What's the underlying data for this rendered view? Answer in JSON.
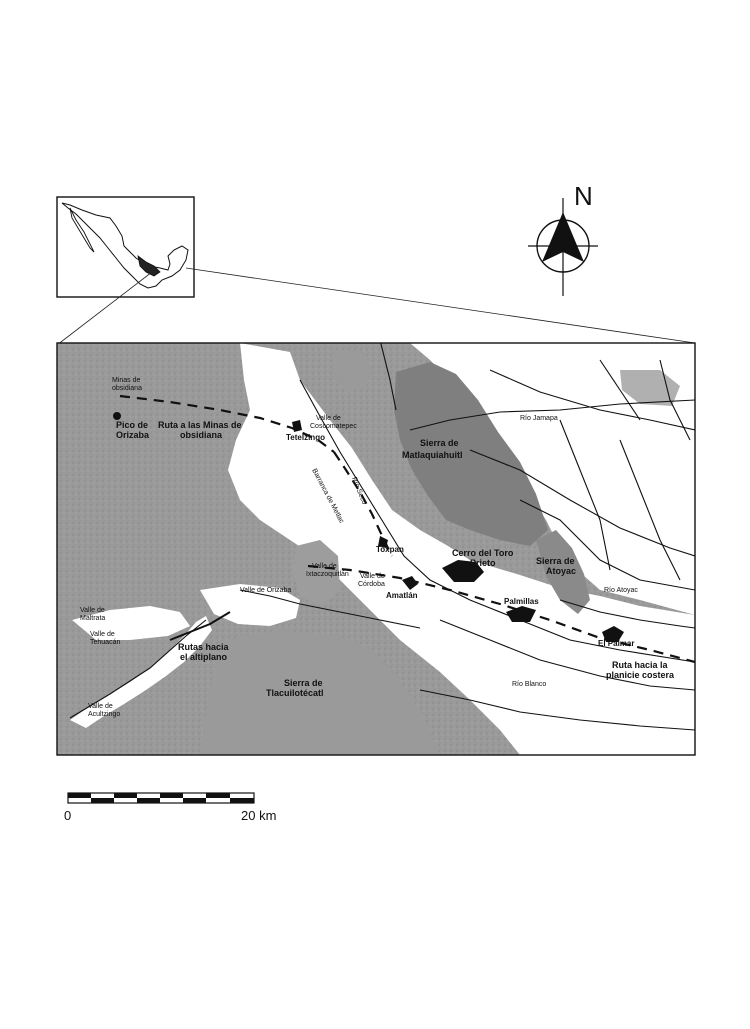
{
  "north_label": "N",
  "scale": {
    "start_label": "0",
    "end_label": "20 km"
  },
  "labels": {
    "minas_obsidiana": [
      "Minas de",
      "obsidiana"
    ],
    "pico_orizaba": [
      "Pico de",
      "Orizaba"
    ],
    "ruta_minas": [
      "Ruta a las Minas de",
      "obsidiana"
    ],
    "valle_coscomatepec": [
      "Valle de",
      "Coscomatepec"
    ],
    "tetelzingo": "Tetelzingo",
    "rio_jamapa": "Río Jamapa",
    "sierra_matlaquiahuitl": [
      "Sierra de",
      "Matlaquiahuitl"
    ],
    "rio_seco": "Río Seco",
    "barranca_metlac": "Barranca de Metlac",
    "toxpan": "Toxpan",
    "cerro_toro_prieto": [
      "Cerro del Toro",
      "Prieto"
    ],
    "sierra_atoyac": [
      "Sierra de",
      "Atoyac"
    ],
    "valle_ixtaczoquitlan": [
      "Valle de",
      "Ixtaczoquitlán"
    ],
    "valle_cordoba": [
      "Valle de",
      "Córdoba"
    ],
    "valle_orizaba": "Valle de Orizaba",
    "amatlan": "Amatlán",
    "palmillas": "Palmillas",
    "rio_atoyac": "Río Atoyac",
    "el_palmar": "El Palmar",
    "valle_maltrata": [
      "Valle de",
      "Maltrata"
    ],
    "valle_tehuacan": [
      "Valle de",
      "Tehuacán"
    ],
    "rutas_altiplano": [
      "Rutas hacia",
      "el altiplano"
    ],
    "sierra_tlacuilotecatl": [
      "Sierra de",
      "Tlacuilotécatl"
    ],
    "ruta_planicie": [
      "Ruta hacia la",
      "planicie costera"
    ],
    "rio_blanco": "Río Blanco",
    "valle_acultzingo": [
      "Valle de",
      "Acultzingo"
    ]
  },
  "colors": {
    "ink": "#111111",
    "gray_dark": "#8f8f8f",
    "gray_mid": "#a7a7a7",
    "gray_light": "#c6c6c6",
    "white": "#ffffff"
  }
}
